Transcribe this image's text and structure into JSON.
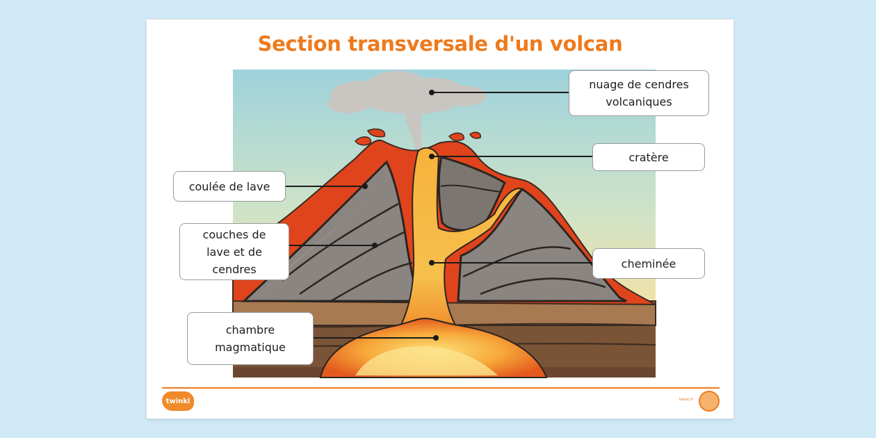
{
  "title": "Section transversale d'un volcan",
  "labels": {
    "ash_cloud": "nuage de cendres\nvolcaniques",
    "crater": "cratère",
    "lava_flow": "coulée de lave",
    "layers": "couches de\nlave et de\ncendres",
    "vent": "cheminée",
    "magma_chamber": "chambre\nmagmatique"
  },
  "footer": {
    "brand": "twinkl",
    "url": "twinkl.fr"
  },
  "colors": {
    "title": "#ee7a1c",
    "lava": "#f5a030",
    "lava_edge": "#e0441c",
    "rock": "#8a8580",
    "sky_top": "#9ed2dc",
    "sky_bottom": "#f3e1a6"
  }
}
